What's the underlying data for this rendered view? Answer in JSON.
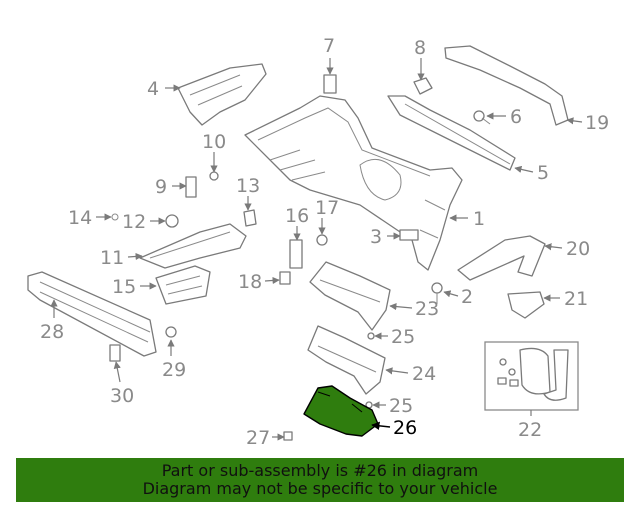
{
  "diagram": {
    "highlight_color": "#2f7d0e",
    "callouts": [
      "1",
      "2",
      "3",
      "4",
      "5",
      "6",
      "7",
      "8",
      "9",
      "10",
      "11",
      "12",
      "13",
      "14",
      "15",
      "16",
      "17",
      "18",
      "19",
      "20",
      "21",
      "22",
      "23",
      "24",
      "25",
      "25",
      "26",
      "27",
      "28",
      "29",
      "30"
    ],
    "highlighted_callout": "26"
  },
  "banner": {
    "line1": "Part or sub-assembly is #26 in diagram",
    "line2": "Diagram may not be specific to your vehicle",
    "background": "#2f7d0e"
  }
}
